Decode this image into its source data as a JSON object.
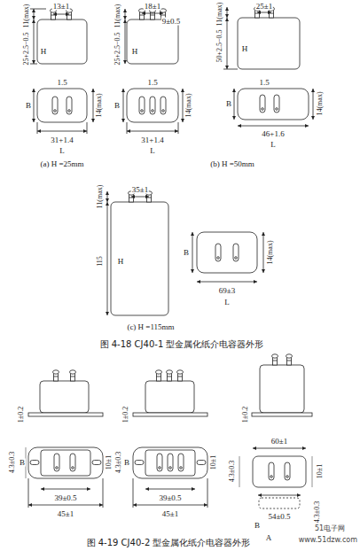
{
  "diagram": {
    "labels": [
      "13±1",
      "11(max)",
      "25+2.5−0.5",
      "H",
      "1.5",
      "B",
      "14(max)",
      "31+1.4",
      "L",
      "(a) H =25mm",
      "18±1",
      "9±0.5",
      "11(max)",
      "25+2.5−0.5",
      "H",
      "1.5",
      "B",
      "14(max)",
      "31+1.4",
      "L",
      "25±1",
      "11(max)",
      "50+2.5−0.5",
      "H",
      "1.5",
      "B",
      "14(max)",
      "46+1.6",
      "L",
      "(b) H =50mm",
      "35±1",
      "11(max)",
      "115",
      "H",
      "B",
      "14(max)",
      "69±3",
      "L",
      "(c) H =115mm",
      "图 4-18  CJ40-1 型金属化纸介电容器外形",
      "1±0.2",
      "1±0.2",
      "1±0.2",
      "4.3±0.3",
      "B",
      "10±1",
      "39±0.5",
      "45±1",
      "4.3±0.3",
      "B",
      "10±1",
      "39±0.5",
      "45±1",
      "60±1",
      "4.3±0.3",
      "10±1",
      "54±0.5",
      "B",
      "A",
      "4.3±0.3",
      "图 4-19  CJ40-2 型金属化纸介电容器外形",
      "51电子网",
      "www.51dzw.com"
    ]
  }
}
